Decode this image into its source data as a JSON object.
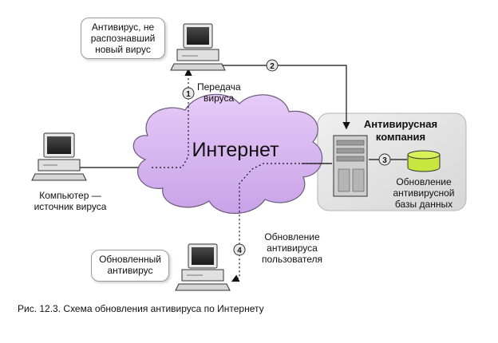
{
  "diagram": {
    "cloud_label": "Интернет",
    "company_title_line1": "Антивирусная",
    "company_title_line2": "компания",
    "db_label_line1": "Обновление",
    "db_label_line2": "антивирусной",
    "db_label_line3": "базы данных",
    "top_bubble_line1": "Антивирус, не",
    "top_bubble_line2": "распознавший",
    "top_bubble_line3": "новый вирус",
    "bottom_bubble_line1": "Обновленный",
    "bottom_bubble_line2": "антивирус",
    "source_label_line1": "Компьютер —",
    "source_label_line2": "источник вируса",
    "transfer_label_line1": "Передача",
    "transfer_label_line2": "вируса",
    "user_update_line1": "Обновление",
    "user_update_line2": "антивируса",
    "user_update_line3": "пользователя",
    "steps": [
      "1",
      "2",
      "3",
      "4"
    ]
  },
  "caption": "Рис. 12.3. Схема обновления антивируса по Интернету",
  "colors": {
    "cloud_fill": "#d8b8f0",
    "cloud_stroke": "#6a5a7a",
    "company_panel": "#e4e4e4",
    "database": "#c8e640",
    "step_badge": "#e8e8e8"
  }
}
